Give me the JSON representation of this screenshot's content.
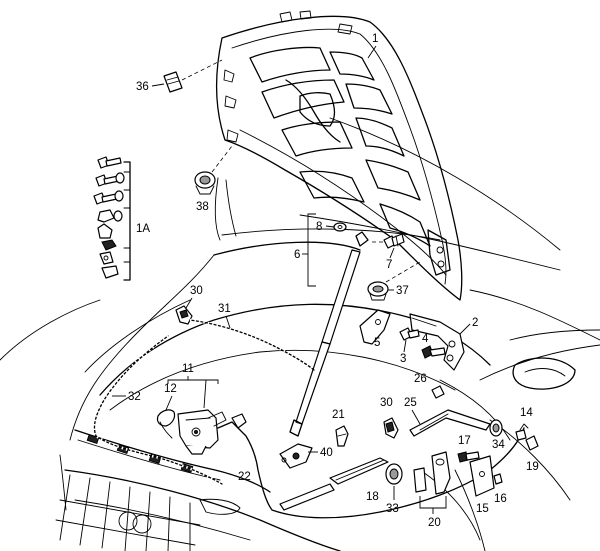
{
  "labels": {
    "p1": "1",
    "p1a": "1A",
    "p2": "2",
    "p3": "3",
    "p4": "4",
    "p5": "5",
    "p6": "6",
    "p7": "7",
    "p8": "8",
    "p11": "11",
    "p12": "12",
    "p14": "14",
    "p15": "15",
    "p16": "16",
    "p17": "17",
    "p18": "18",
    "p19": "19",
    "p20": "20",
    "p21": "21",
    "p22": "22",
    "p25": "25",
    "p26": "26",
    "p30a": "30",
    "p30b": "30",
    "p31": "31",
    "p32": "32",
    "p33": "33",
    "p34": "34",
    "p36": "36",
    "p37": "37",
    "p38": "38",
    "p40": "40"
  }
}
